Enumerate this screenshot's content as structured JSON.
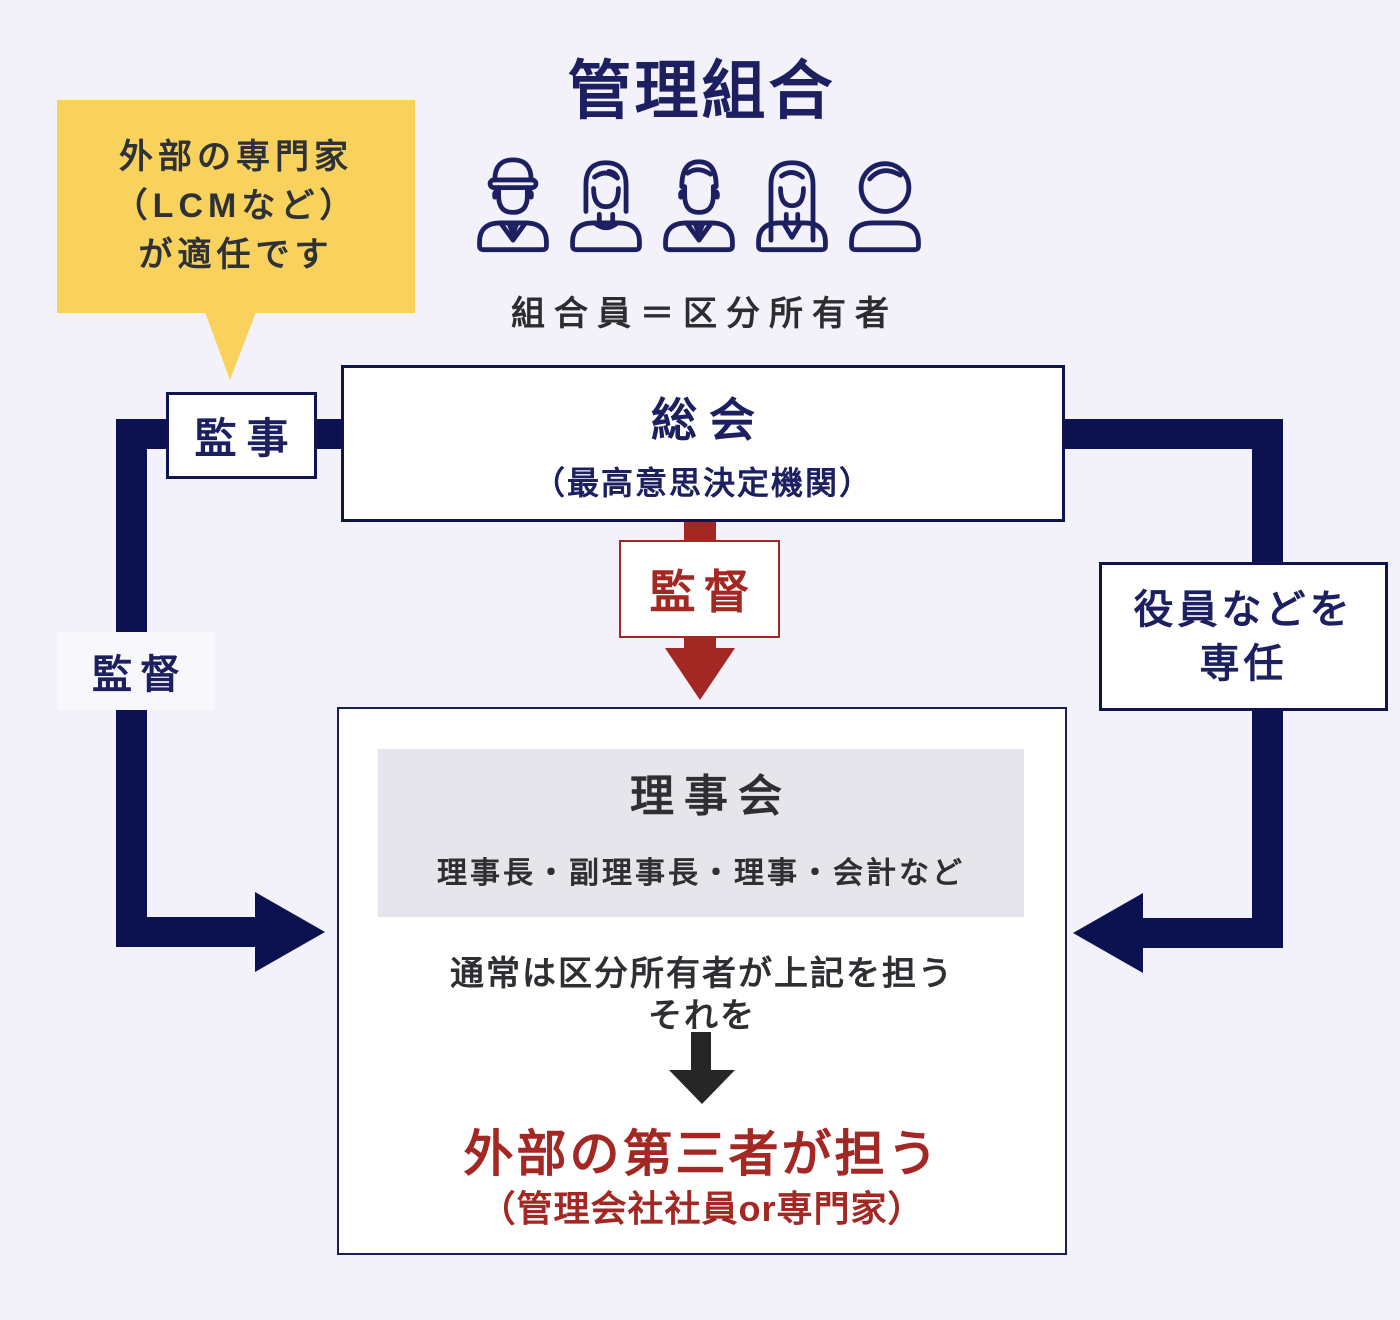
{
  "colors": {
    "page_bg": "#F3F2FA",
    "navy_bar": "#0C1150",
    "navy_text": "#1C2060",
    "red": "#A32723",
    "yellow": "#F8D25C",
    "panel_gray": "#E6E5EB",
    "dark_text": "#2E2F33",
    "black_arrow": "#262626"
  },
  "header": {
    "title": "管理組合",
    "caption": "組合員＝区分所有者",
    "member_icons": [
      "man-with-hat-icon",
      "woman-bob-hair-icon",
      "man-with-tie-icon",
      "woman-long-hair-icon",
      "person-icon"
    ]
  },
  "callout": {
    "line1": "外部の専門家",
    "line2": "（LCMなど）",
    "line3": "が適任です"
  },
  "auditor_box": {
    "label": "監事"
  },
  "general_meeting_box": {
    "title": "総会",
    "subtitle": "（最高意思決定機関）"
  },
  "supervise_center_box": {
    "label": "監督"
  },
  "supervise_left_label": {
    "label": "監督"
  },
  "appoint_box": {
    "line1": "役員などを",
    "line2": "専任"
  },
  "board_box": {
    "title": "理事会",
    "subtitle": "理事長・副理事長・理事・会計など",
    "note1": "通常は区分所有者が上記を担う",
    "note2": "それを",
    "highlight": "外部の第三者が担う",
    "highlight_sub": "（管理会社社員or専門家）"
  }
}
